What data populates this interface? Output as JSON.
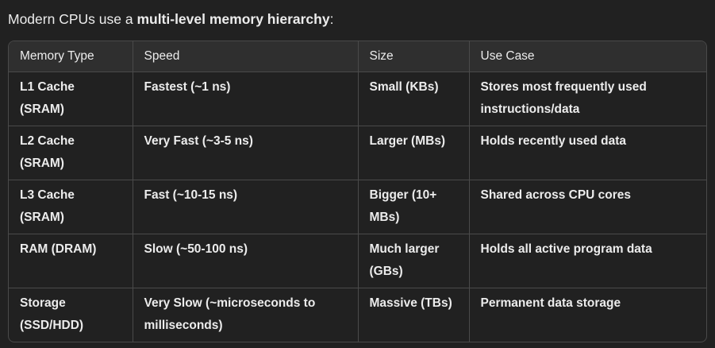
{
  "intro": {
    "prefix": "Modern CPUs use a ",
    "emphasis": "multi-level memory hierarchy",
    "suffix": ":"
  },
  "table": {
    "headers": [
      "Memory Type",
      "Speed",
      "Size",
      "Use Case"
    ],
    "rows": [
      [
        "L1 Cache (SRAM)",
        "Fastest (~1 ns)",
        "Small (KBs)",
        "Stores most frequently used instructions/data"
      ],
      [
        "L2 Cache (SRAM)",
        "Very Fast (~3-5 ns)",
        "Larger (MBs)",
        "Holds recently used data"
      ],
      [
        "L3 Cache (SRAM)",
        "Fast (~10-15 ns)",
        "Bigger (10+ MBs)",
        "Shared across CPU cores"
      ],
      [
        "RAM (DRAM)",
        "Slow (~50-100 ns)",
        "Much larger (GBs)",
        "Holds all active program data"
      ],
      [
        "Storage (SSD/HDD)",
        "Very Slow (~microseconds to milliseconds)",
        "Massive (TBs)",
        "Permanent data storage"
      ]
    ]
  },
  "colors": {
    "background": "#212121",
    "header_background": "#2f2f2f",
    "border": "#4a4a4a",
    "text": "#ececec"
  }
}
